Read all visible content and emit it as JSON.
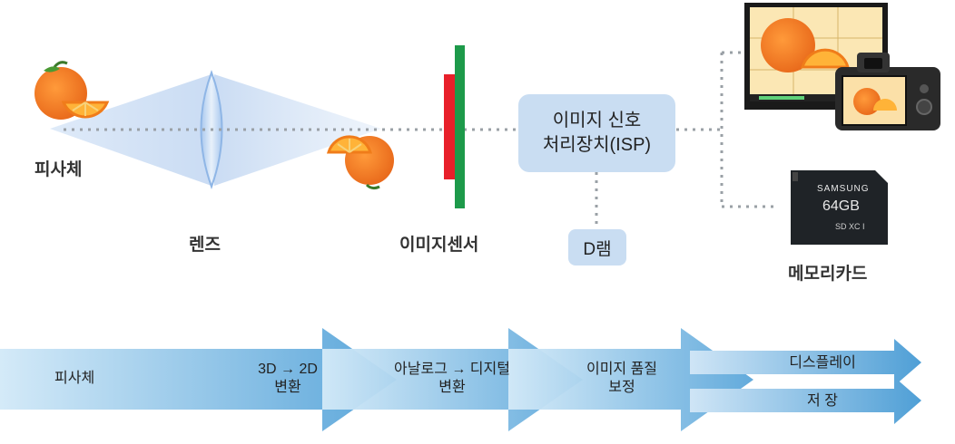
{
  "labels": {
    "subject": "피사체",
    "lens": "렌즈",
    "image_sensor": "이미지센서",
    "isp_line1": "이미지 신호",
    "isp_line2": "처리장치(ISP)",
    "dram": "D램",
    "memory_card": "메모리카드"
  },
  "memory_card": {
    "brand": "SAMSUNG",
    "capacity": "64GB",
    "badge": "SD XC I"
  },
  "flow": {
    "step1": "피사체",
    "step2_line1": "3D → 2D",
    "step2_line2": "변환",
    "step3_line1": "아날로그 → 디지털",
    "step3_line2": "변환",
    "step4_line1": "이미지 품질",
    "step4_line2": "보정",
    "out_display": "디스플레이",
    "out_storage": "저 장"
  },
  "colors": {
    "sensor_red": "#e8202a",
    "sensor_green": "#1d9a4a",
    "box_fill": "#c9ddf2",
    "flow_light": "#cfe7f7",
    "flow_dark": "#4f9fd6",
    "orange": "#f07c1a"
  }
}
